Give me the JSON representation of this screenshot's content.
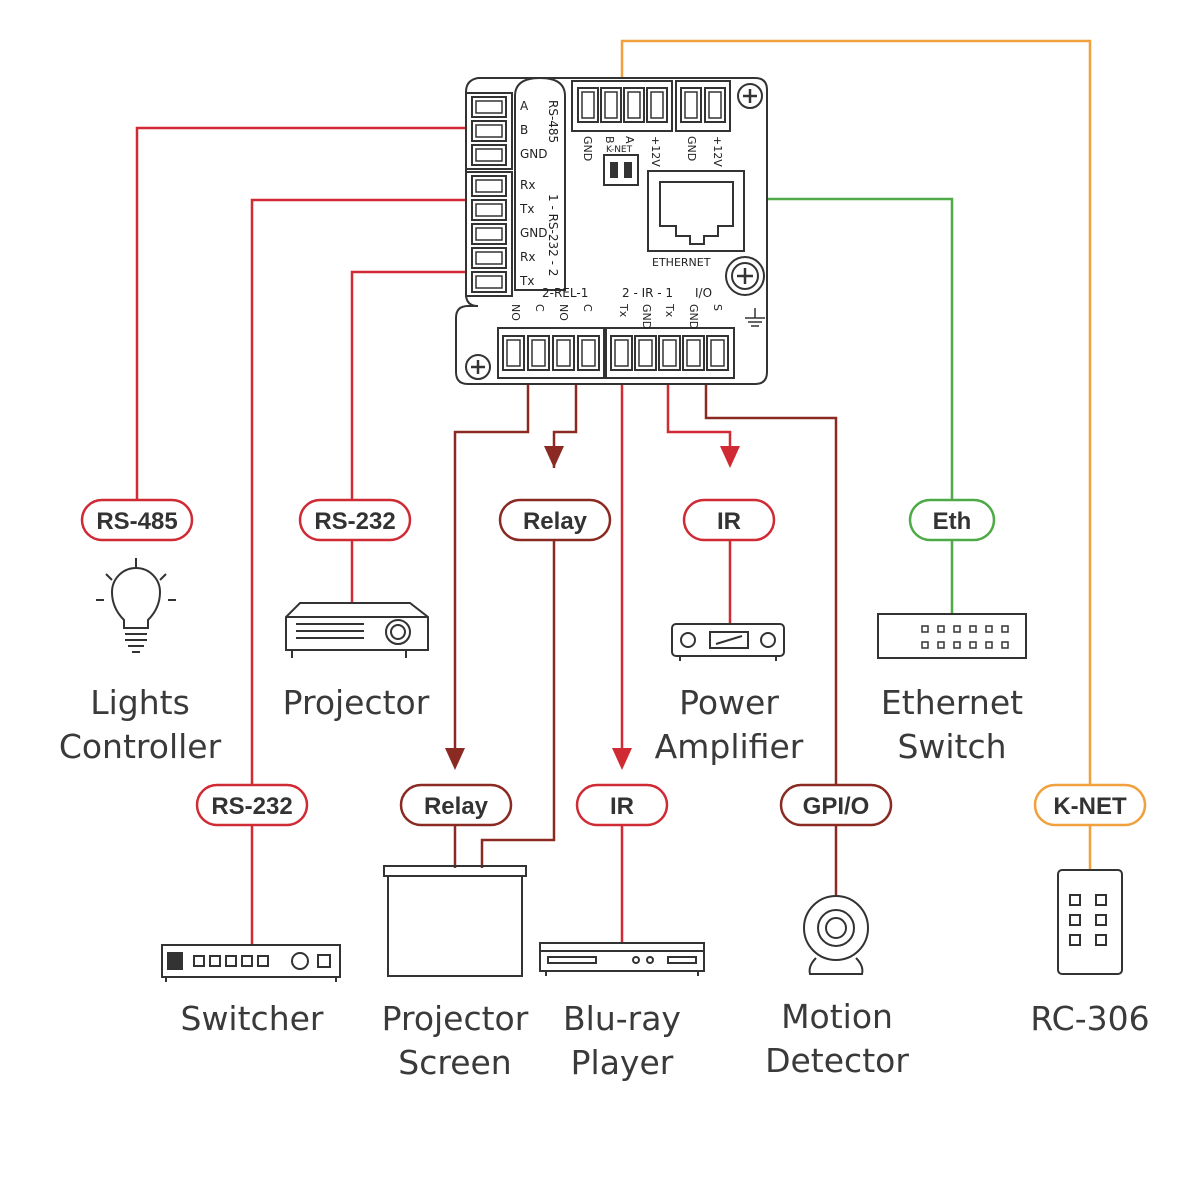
{
  "colors": {
    "red": "#d02b35",
    "dark_red": "#8b2a22",
    "green": "#4eaa46",
    "orange": "#f0a03c",
    "outline": "#333333"
  },
  "board": {
    "pins": {
      "rs485": [
        "A",
        "B",
        "GND"
      ],
      "rs232": [
        "Rx",
        "Tx",
        "GND",
        "Rx",
        "Tx"
      ],
      "top": [
        "GND",
        "B",
        "A",
        "+12V",
        "GND",
        "+12V"
      ],
      "bottom": [
        "NO",
        "C",
        "NO",
        "C",
        "Tx",
        "GND",
        "Tx",
        "GND",
        "S"
      ]
    },
    "labels": {
      "rs485_header": "RS-485",
      "rs232_header": "1 - RS-232 - 2",
      "knet": "K-NET",
      "ethernet": "ETHERNET",
      "rel": "2-REL-1",
      "ir": "2 - IR - 1",
      "io": "I/O"
    }
  },
  "badges": {
    "rs485": "RS-485",
    "rs232_projector": "RS-232",
    "relay_top": "Relay",
    "ir_amp": "IR",
    "eth": "Eth",
    "rs232_switcher": "RS-232",
    "relay_screen": "Relay",
    "ir_bluray": "IR",
    "gpio": "GPI/O",
    "knet": "K-NET"
  },
  "devices": {
    "lights": [
      "Lights",
      "Controller"
    ],
    "projector": [
      "Projector"
    ],
    "amplifier": [
      "Power",
      "Amplifier"
    ],
    "ethernet_switch": [
      "Ethernet",
      "Switch"
    ],
    "switcher": [
      "Switcher"
    ],
    "projector_screen": [
      "Projector",
      "Screen"
    ],
    "bluray": [
      "Blu-ray",
      "Player"
    ],
    "motion": [
      "Motion",
      "Detector"
    ],
    "rc306": [
      "RC-306"
    ]
  },
  "icons": {
    "lights": "lightbulb-icon",
    "projector": "projector-icon",
    "amplifier": "amplifier-icon",
    "ethernet_switch": "network-switch-icon",
    "switcher": "switcher-icon",
    "projector_screen": "projector-screen-icon",
    "bluray": "bluray-player-icon",
    "motion": "webcam-icon",
    "rc306": "keypad-icon"
  }
}
